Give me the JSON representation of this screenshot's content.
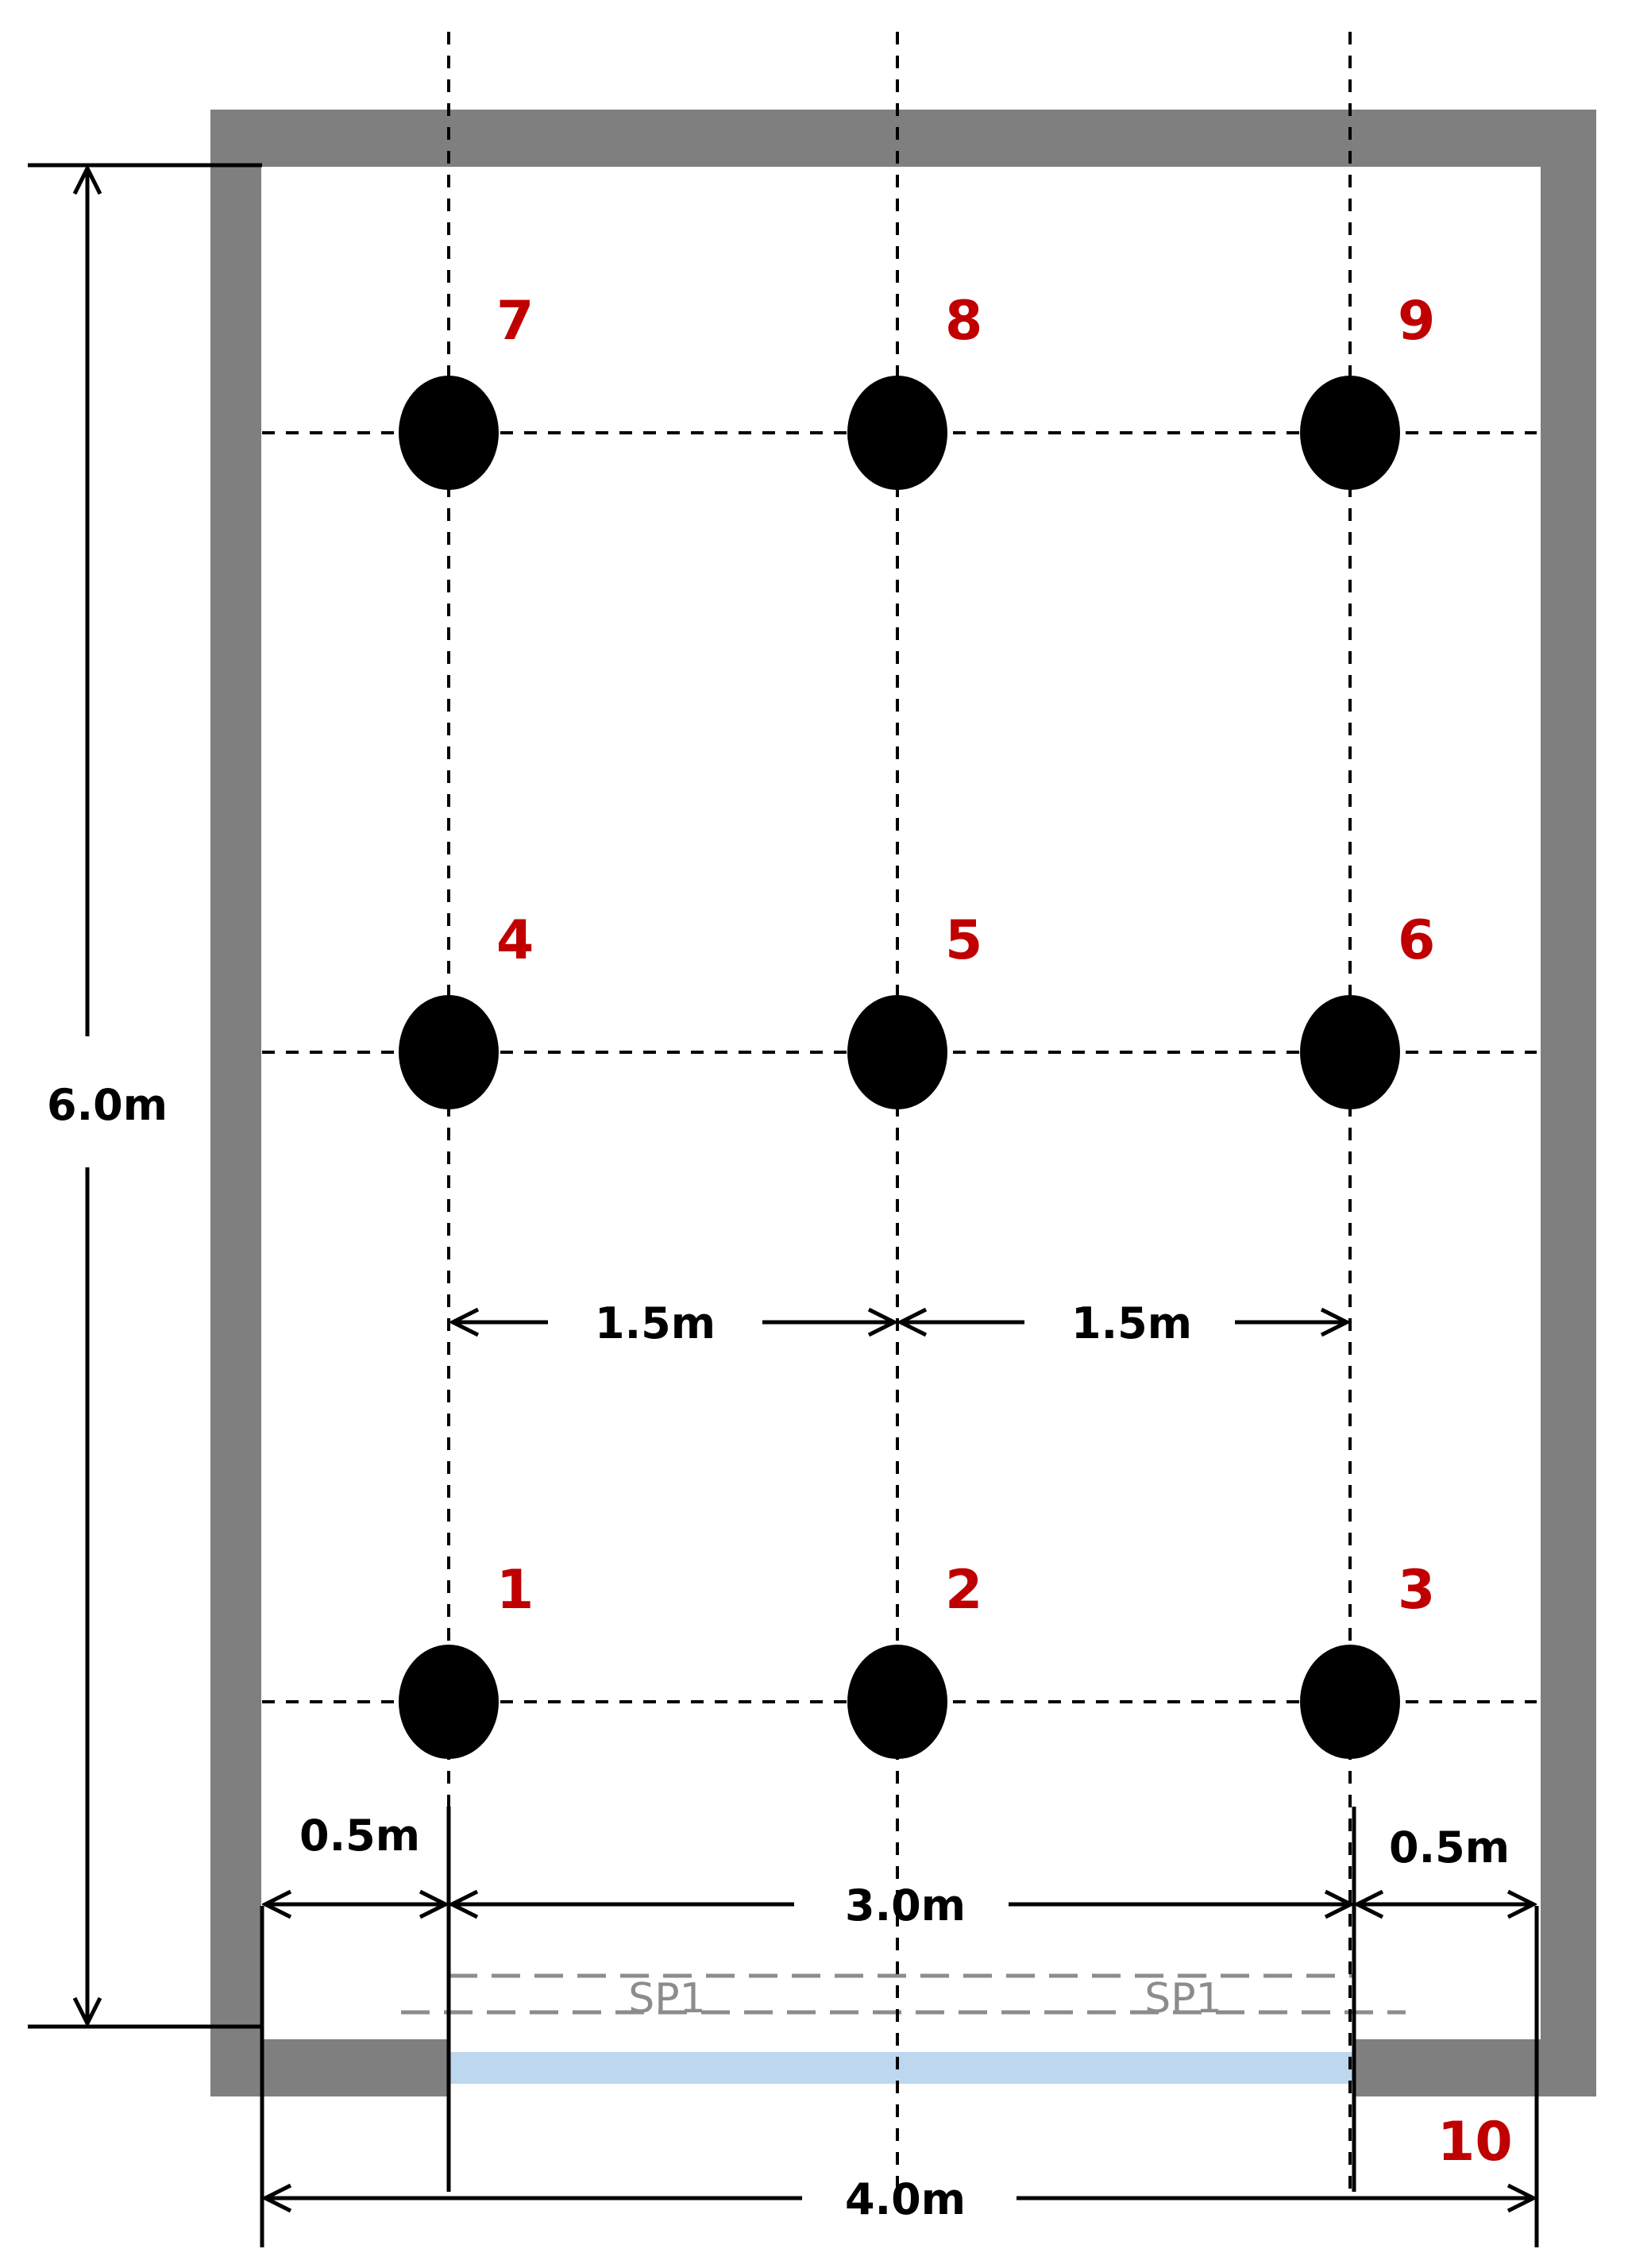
{
  "colors": {
    "wall": "#7f7f7f",
    "point": "#000000",
    "label": "#c00000",
    "window": "#bdd7ee",
    "grid": "#000000",
    "faint": "#8c8c8c"
  },
  "room": {
    "width_m": 4.0,
    "depth_m": 6.0,
    "side_offset_m": 0.5,
    "grid_spacing_m": 1.5
  },
  "points": [
    {
      "id": "1",
      "x_m": 0.5,
      "y_m": 0.0
    },
    {
      "id": "2",
      "x_m": 2.0,
      "y_m": 0.0
    },
    {
      "id": "3",
      "x_m": 3.5,
      "y_m": 0.0
    },
    {
      "id": "4",
      "x_m": 0.5,
      "y_m": 2.0
    },
    {
      "id": "5",
      "x_m": 2.0,
      "y_m": 2.0
    },
    {
      "id": "6",
      "x_m": 3.5,
      "y_m": 2.0
    },
    {
      "id": "7",
      "x_m": 0.5,
      "y_m": 4.0
    },
    {
      "id": "8",
      "x_m": 2.0,
      "y_m": 4.0
    },
    {
      "id": "9",
      "x_m": 3.5,
      "y_m": 4.0
    }
  ],
  "extra_label": "10",
  "dimensions": {
    "height": "6.0m",
    "total_width": "4.0m",
    "span": "3.0m",
    "left_offset": "0.5m",
    "right_offset": "0.5m",
    "spacing_left": "1.5m",
    "spacing_right": "1.5m"
  },
  "window_panels": [
    "SP1",
    "SP1"
  ]
}
